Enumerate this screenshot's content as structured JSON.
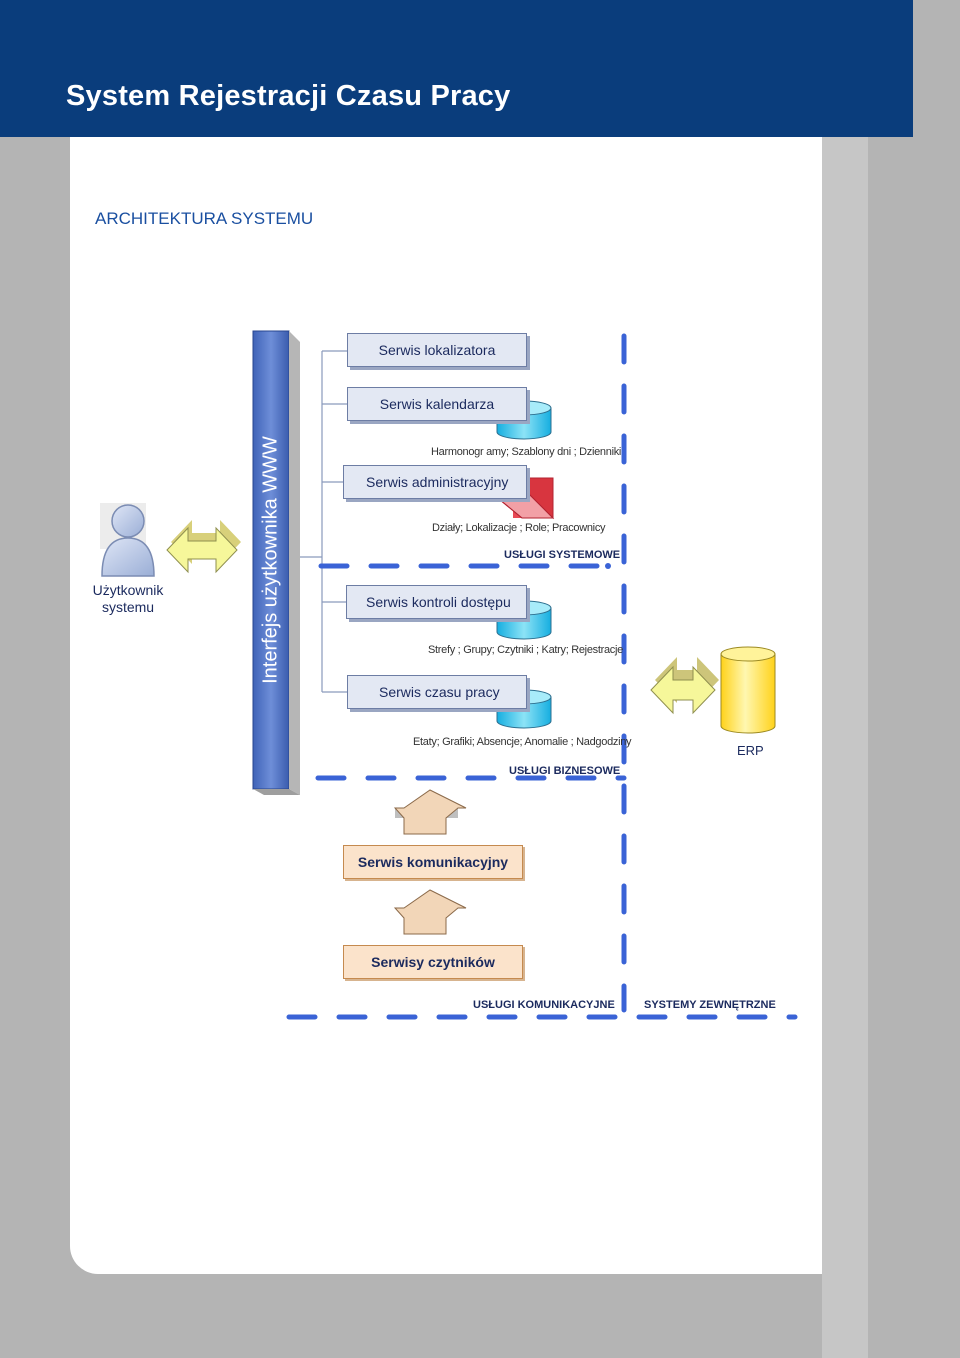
{
  "header": {
    "title": "System Rejestracji Czasu Pracy"
  },
  "section_title": "ARCHITEKTURA SYSTEMU",
  "user": {
    "label_line1": "Użytkownik",
    "label_line2": "systemu"
  },
  "web_interface": {
    "label": "Interfejs użytkownika WWW"
  },
  "services": {
    "locator": "Serwis lokalizatora",
    "calendar": "Serwis kalendarza",
    "admin": "Serwis administracyjny",
    "access": "Serwis kontroli dostępu",
    "worktime": "Serwis czasu pracy",
    "communication": "Serwis komunikacyjny",
    "readers": "Serwisy czytników"
  },
  "data_notes": {
    "calendar": "Harmonogr amy; Szablony dni ; Dzienniki",
    "admin": "Działy; Lokalizacje ; Role; Pracownicy",
    "access": "Strefy ; Grupy; Czytniki ; Katry; Rejestracje",
    "worktime": "Etaty; Grafiki; Absencje; Anomalie ; Nadgodziny"
  },
  "groups": {
    "system": "USŁUGI SYSTEMOWE",
    "business": "USŁUGI BIZNESOWE",
    "communication": "USŁUGI KOMUNIKACYJNE",
    "external": "SYSTEMY ZEWNĘTRZNE"
  },
  "erp": {
    "label": "ERP"
  },
  "colors": {
    "header": "#0a3d7c",
    "title_blue": "#1a4fa0",
    "dash_blue": "#3a63d6",
    "db_cyan": "#33c4e8",
    "erp_yellow": "#ffe633",
    "arrow_yellow": "#f6f79a",
    "service_box": "#e3e8f3",
    "comm_box": "#fbe3cb"
  }
}
